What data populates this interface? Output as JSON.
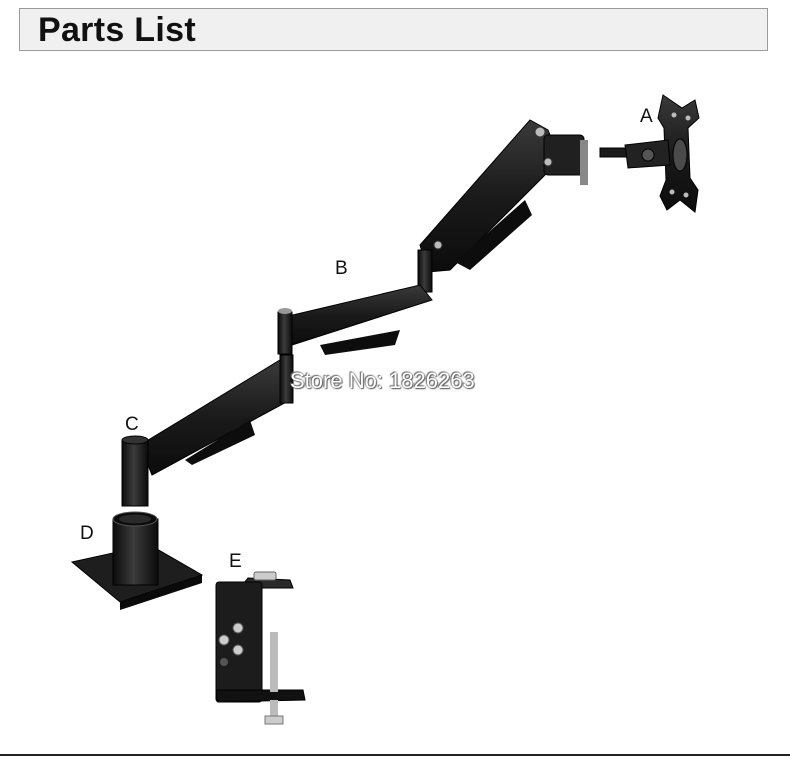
{
  "header": {
    "title": "Parts List"
  },
  "labels": {
    "a": "A",
    "b": "B",
    "c": "C",
    "d": "D",
    "e": "E"
  },
  "watermark": "Store No: 1826263",
  "colors": {
    "metal": "#1c1c1c",
    "header_bg": "#f0f0f0",
    "header_border": "#9a9a9a"
  }
}
